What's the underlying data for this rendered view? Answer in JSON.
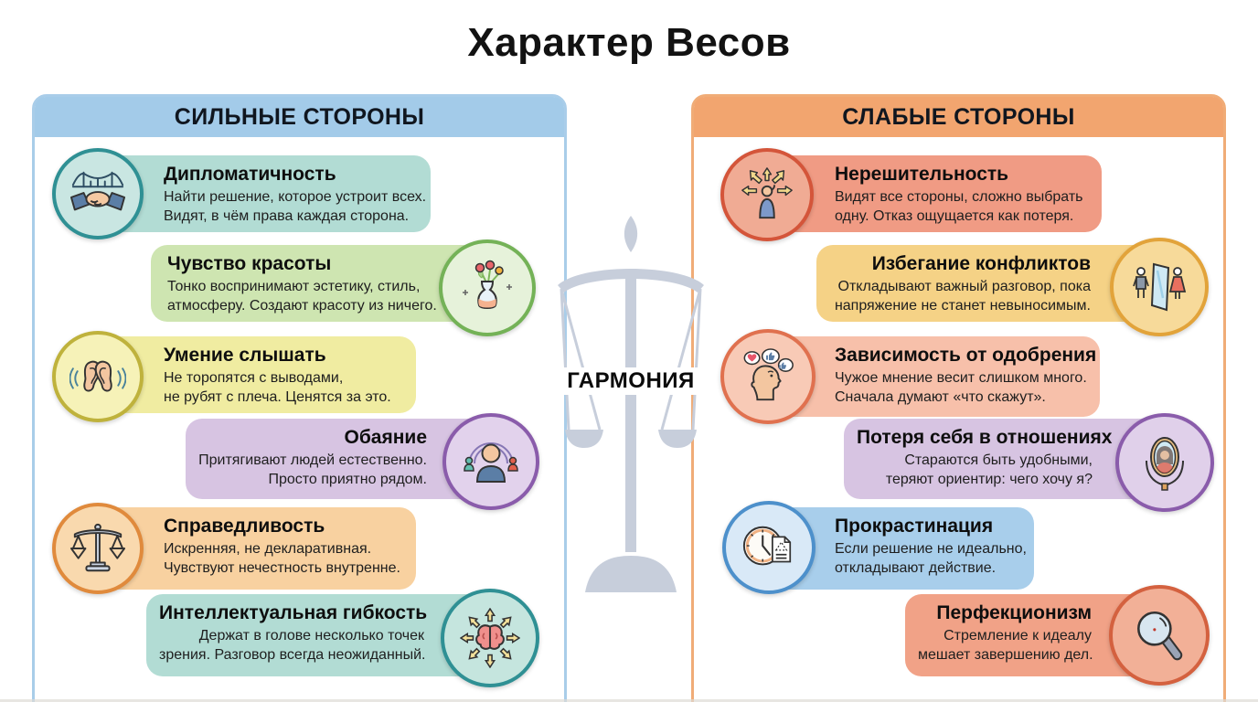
{
  "title": "Характер Весов",
  "center_label": "ГАРМОНИЯ",
  "panels": {
    "strengths": {
      "header": "СИЛЬНЫЕ СТОРОНЫ",
      "items": [
        {
          "title": "Дипломатичность",
          "text1": "Найти решение, которое устроит всех.",
          "text2": "Видят, в чём права каждая сторона.",
          "icon": "handshake-bridge-icon"
        },
        {
          "title": "Чувство красоты",
          "text1": "Тонко воспринимают эстетику, стиль,",
          "text2": "атмосферу. Создают красоту из ничего.",
          "icon": "flower-vase-icon"
        },
        {
          "title": "Умение слышать",
          "text1": "Не торопятся с выводами,",
          "text2": "не рубят с плеча. Ценятся за это.",
          "icon": "ears-icon"
        },
        {
          "title": "Обаяние",
          "text1": "Притягивают людей естественно.",
          "text2": "Просто приятно рядом.",
          "icon": "charming-person-icon"
        },
        {
          "title": "Справедливость",
          "text1": "Искренняя, не декларативная.",
          "text2": "Чувствуют нечестность внутренне.",
          "icon": "balance-scale-icon"
        },
        {
          "title": "Интеллектуальная гибкость",
          "text1": "Держат в голове несколько точек",
          "text2": "зрения. Разговор всегда неожиданный.",
          "icon": "brain-arrows-icon"
        }
      ]
    },
    "weaknesses": {
      "header": "СЛАБЫЕ СТОРОНЫ",
      "items": [
        {
          "title": "Нерешительность",
          "text1": "Видят все стороны, сложно выбрать",
          "text2": "одну. Отказ ощущается как потеря.",
          "icon": "person-choice-arrows-icon"
        },
        {
          "title": "Избегание конфликтов",
          "text1": "Откладывают важный разговор, пока",
          "text2": "напряжение не станет невыносимым.",
          "icon": "people-divided-icon"
        },
        {
          "title": "Зависимость от одобрения",
          "text1": "Чужое мнение весит слишком много.",
          "text2": "Сначала думают «что скажут».",
          "icon": "approval-thoughts-icon"
        },
        {
          "title": "Потеря себя в отношениях",
          "text1": "Стараются быть удобными,",
          "text2": "теряют ориентир: чего хочу я?",
          "icon": "mirror-reflection-icon"
        },
        {
          "title": "Прокрастинация",
          "text1": "Если решение не идеально,",
          "text2": "откладывают действие.",
          "icon": "clock-document-icon"
        },
        {
          "title": "Перфекционизм",
          "text1": "Стремление к идеалу",
          "text2": "мешает завершению дел.",
          "icon": "magnifier-icon"
        }
      ]
    }
  },
  "palette": {
    "strengths_header_bg": "#a3cbe9",
    "weaknesses_header_bg": "#f2a56f",
    "card_teal": "#b2dcd4",
    "card_green": "#cee5b1",
    "card_yellow": "#f0eca1",
    "card_purple": "#d7c4e2",
    "card_orange": "#f8d1a0",
    "card_salmon": "#f09b84",
    "card_gold": "#f5d286",
    "card_light_salmon": "#f7c0aa",
    "card_blue": "#a8ceeb",
    "card_salmon2": "#f1a287",
    "scales_silhouette": "#c7cedb"
  }
}
